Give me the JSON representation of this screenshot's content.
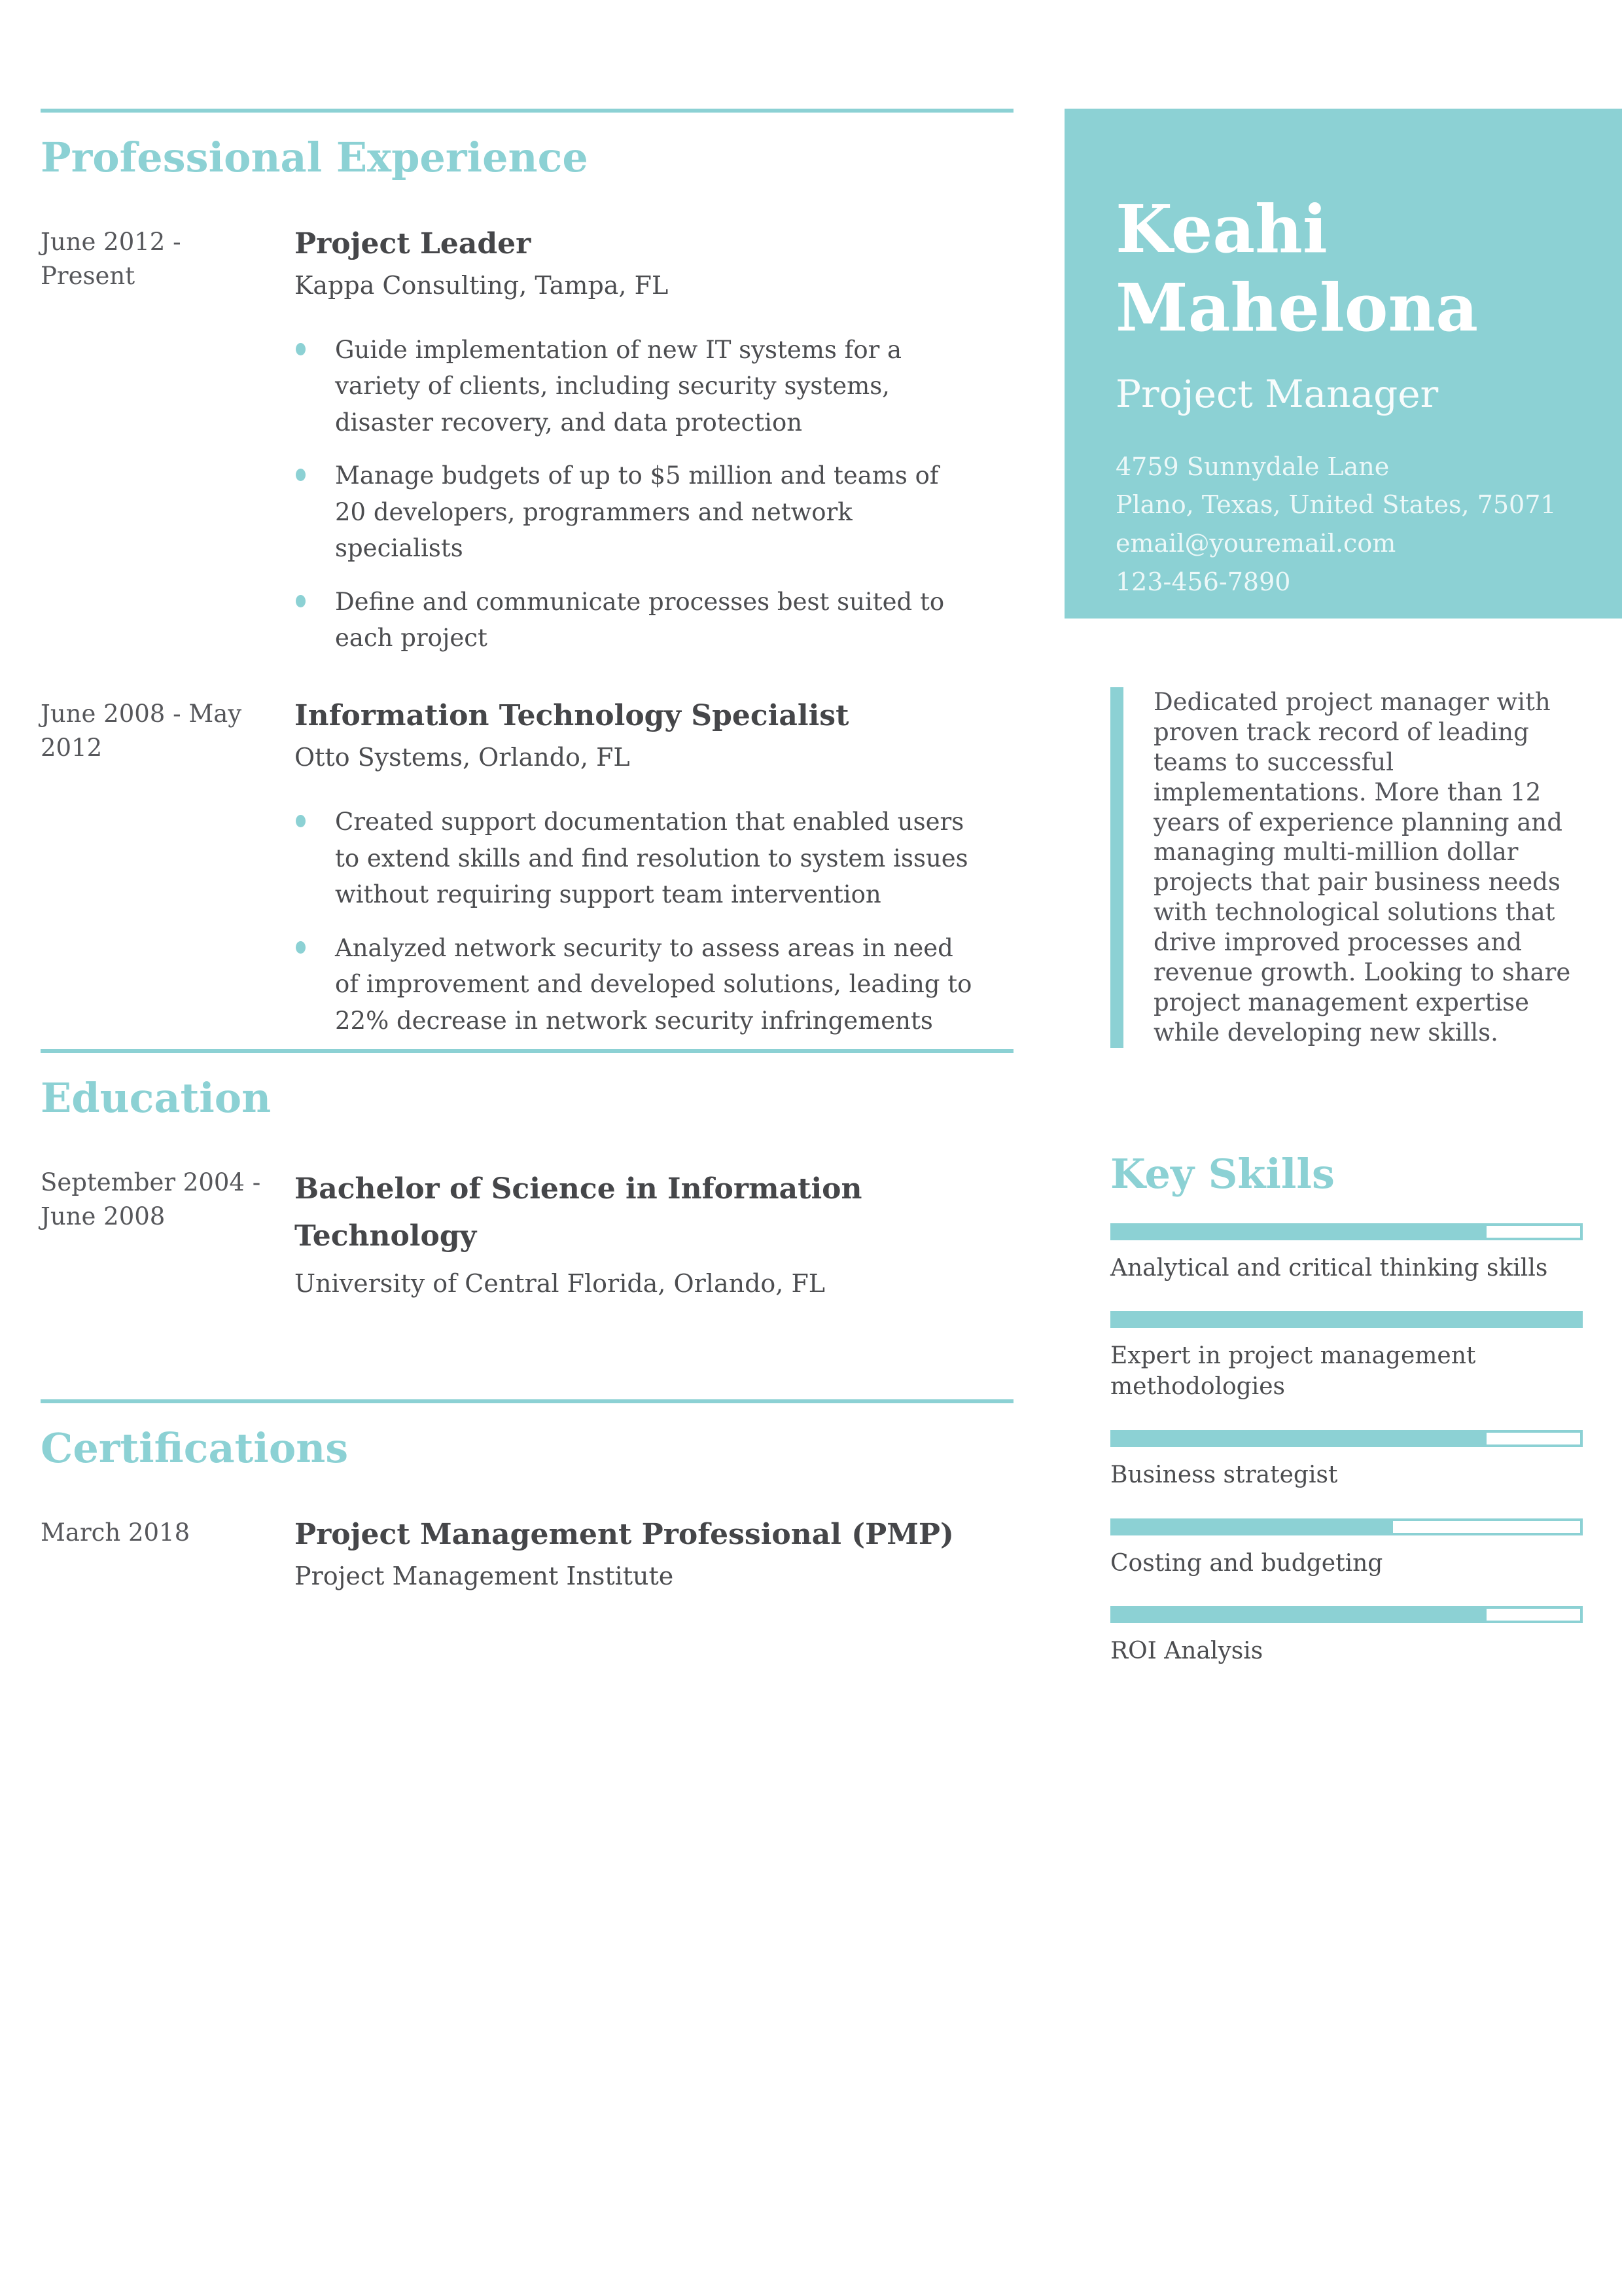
{
  "colors": {
    "accent": "#8CD1D4",
    "heading_teal": "#8CD1D4",
    "title_dark": "#454649",
    "body_gray": "#4C4D50",
    "date_gray": "#56575B",
    "sidebar_text": "#FFFFFF"
  },
  "main": {
    "sections": [
      {
        "title": "Professional Experience",
        "entries": [
          {
            "date_line1": "June 2012 -",
            "date_line2": "Present",
            "title": "Project Leader",
            "organization": "Kappa Consulting, Tampa, FL",
            "bullets": [
              "Guide implementation of new IT systems for a variety of clients, including security systems, disaster recovery, and data protection",
              "Manage budgets of up to $5 million and teams of 20 developers, programmers and network specialists",
              "Define and communicate processes best suited to each project"
            ]
          },
          {
            "date_line1": "June 2008 - May",
            "date_line2": "2012",
            "title": "Information Technology Specialist",
            "organization": "Otto Systems, Orlando, FL",
            "bullets": [
              "Created support documentation that enabled users to extend skills and find resolution to system issues without requiring support team intervention",
              "Analyzed network security to assess areas in need of improvement and developed solutions, leading to 22% decrease in network security infringements"
            ]
          }
        ]
      },
      {
        "title": "Education",
        "entries": [
          {
            "date_line1": "September 2004 -",
            "date_line2": "June 2008",
            "title": "Bachelor of Science in Information Technology",
            "organization": "University of Central Florida, Orlando, FL"
          }
        ]
      },
      {
        "title": "Certifications",
        "entries": [
          {
            "date_line1": "March 2018",
            "date_line2": "",
            "title": "Project Management Professional (PMP)",
            "organization": "Project Management Institute"
          }
        ]
      }
    ]
  },
  "sidebar": {
    "name_line1": "Keahi",
    "name_line2": "Mahelona",
    "job_title": "Project Manager",
    "contact_lines": {
      "address1": "4759 Sunnydale Lane",
      "address2": "Plano, Texas, United States, 75071",
      "email": "email@youremail.com",
      "phone": "123-456-7890"
    },
    "summary": "Dedicated project manager with proven track record of leading teams to successful implementations. More than 12 years of experience planning and managing multi-million dollar projects that pair business needs with technological solutions that drive improved processes and revenue growth. Looking to share project management expertise while developing new skills.",
    "skills": {
      "title": "Key Skills",
      "items": [
        {
          "label": "Analytical and critical thinking skills",
          "percent": 80
        },
        {
          "label": "Expert in project management methodologies",
          "percent": 100
        },
        {
          "label": "Business strategist",
          "percent": 80
        },
        {
          "label": "Costing and budgeting",
          "percent": 60
        },
        {
          "label": "ROI Analysis",
          "percent": 80
        }
      ]
    }
  }
}
